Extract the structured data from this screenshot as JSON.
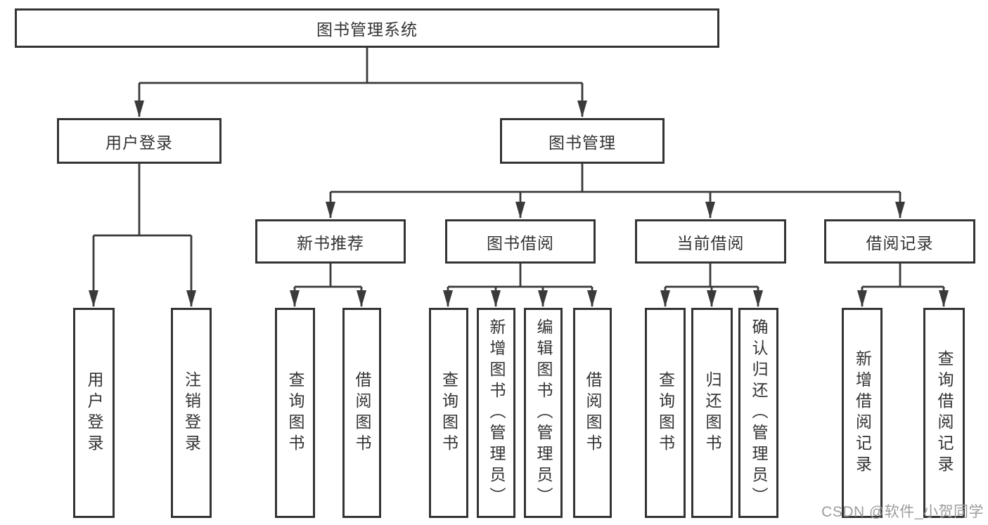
{
  "diagram": {
    "title": "图书管理系统",
    "type": "tree-hierarchy",
    "colors": {
      "line": "#3a3a3a",
      "box_border": "#343434",
      "text": "#333333",
      "background": "#ffffff",
      "watermark": "#9c9c9c"
    },
    "nodes": {
      "root": {
        "label": "图书管理系统"
      },
      "user_login": {
        "label": "用户登录"
      },
      "book_mgmt": {
        "label": "图书管理"
      },
      "new_book_rec": {
        "label": "新书推荐"
      },
      "book_borrow": {
        "label": "图书借阅"
      },
      "current_borrow": {
        "label": "当前借阅"
      },
      "borrow_record": {
        "label": "借阅记录"
      },
      "leaf_user_login": {
        "label": "用户登录"
      },
      "leaf_logout": {
        "label": "注销登录"
      },
      "leaf_query_rec": {
        "label": "查询图书"
      },
      "leaf_borrow_rec": {
        "label": "借阅图书"
      },
      "leaf_query_bb": {
        "label": "查询图书"
      },
      "leaf_add_book": {
        "label": "新增图书（管理员）"
      },
      "leaf_edit_book": {
        "label": "编辑图书（管理员）"
      },
      "leaf_borrow_bb": {
        "label": "借阅图书"
      },
      "leaf_query_cur": {
        "label": "查询图书"
      },
      "leaf_return_book": {
        "label": "归还图书"
      },
      "leaf_confirm_ret": {
        "label": "确认归还（管理员）"
      },
      "leaf_add_record": {
        "label": "新增借阅记录"
      },
      "leaf_query_record": {
        "label": "查询借阅记录"
      }
    },
    "hierarchy": {
      "图书管理系统": [
        "用户登录",
        "图书管理"
      ],
      "用户登录": [
        "用户登录",
        "注销登录"
      ],
      "图书管理": [
        "新书推荐",
        "图书借阅",
        "当前借阅",
        "借阅记录"
      ],
      "新书推荐": [
        "查询图书",
        "借阅图书"
      ],
      "图书借阅": [
        "查询图书",
        "新增图书（管理员）",
        "编辑图书（管理员）",
        "借阅图书"
      ],
      "当前借阅": [
        "查询图书",
        "归还图书",
        "确认归还（管理员）"
      ],
      "借阅记录": [
        "新增借阅记录",
        "查询借阅记录"
      ]
    },
    "watermark": {
      "text": "CSDN @软件_小贺同学"
    }
  }
}
